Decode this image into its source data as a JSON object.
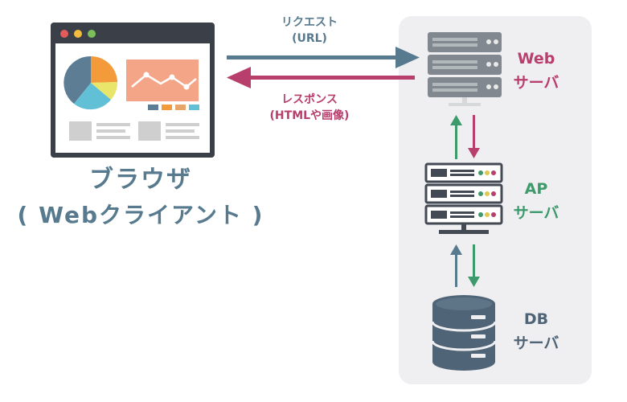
{
  "browser": {
    "caption_line1": "ブラウザ",
    "caption_line2": "( Webクライアント )"
  },
  "arrows": {
    "request_line1": "リクエスト",
    "request_line2": "(URL)",
    "response_line1": "レスポンス",
    "response_line2": "(HTMLや画像)"
  },
  "servers": {
    "web_line1": "Web",
    "web_line2": "サーバ",
    "ap_line1": "AP",
    "ap_line2": "サーバ",
    "db_line1": "DB",
    "db_line2": "サーバ"
  },
  "colors": {
    "request": "#587a8e",
    "response": "#b83e6c",
    "ap_green": "#3d9a6b",
    "panel": "#efeff1"
  }
}
